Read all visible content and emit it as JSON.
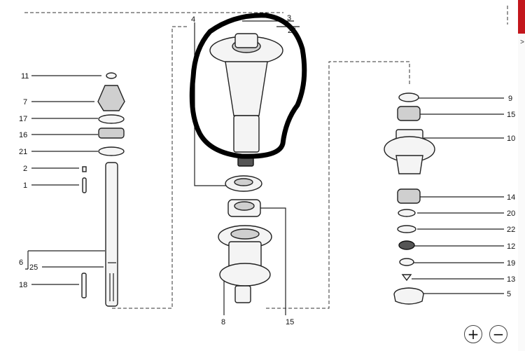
{
  "callouts": [
    {
      "id": "11",
      "label": "11"
    },
    {
      "id": "7",
      "label": "7"
    },
    {
      "id": "17",
      "label": "17"
    },
    {
      "id": "16",
      "label": "16"
    },
    {
      "id": "21",
      "label": "21"
    },
    {
      "id": "2",
      "label": "2"
    },
    {
      "id": "1",
      "label": "1"
    },
    {
      "id": "6",
      "label": "6"
    },
    {
      "id": "25",
      "label": "25"
    },
    {
      "id": "18",
      "label": "18"
    },
    {
      "id": "4",
      "label": "4"
    },
    {
      "id": "3",
      "label": "3"
    },
    {
      "id": "24",
      "label": "24"
    },
    {
      "id": "8",
      "label": "8"
    },
    {
      "id": "15b",
      "label": "15"
    },
    {
      "id": "9",
      "label": "9"
    },
    {
      "id": "15a",
      "label": "15"
    },
    {
      "id": "10",
      "label": "10"
    },
    {
      "id": "14",
      "label": "14"
    },
    {
      "id": "20",
      "label": "20"
    },
    {
      "id": "22",
      "label": "22"
    },
    {
      "id": "12",
      "label": "12"
    },
    {
      "id": "19",
      "label": "19"
    },
    {
      "id": "13",
      "label": "13"
    },
    {
      "id": "5",
      "label": "5"
    }
  ],
  "controls": {
    "zoom_in": "+",
    "zoom_out": "−",
    "side_arrow": ">"
  },
  "colors": {
    "accent_tab": "#c3161c",
    "highlight_ring": "#000000",
    "line": "#222222"
  },
  "icons": {
    "zoom_in": "plus-icon",
    "zoom_out": "minus-icon"
  }
}
